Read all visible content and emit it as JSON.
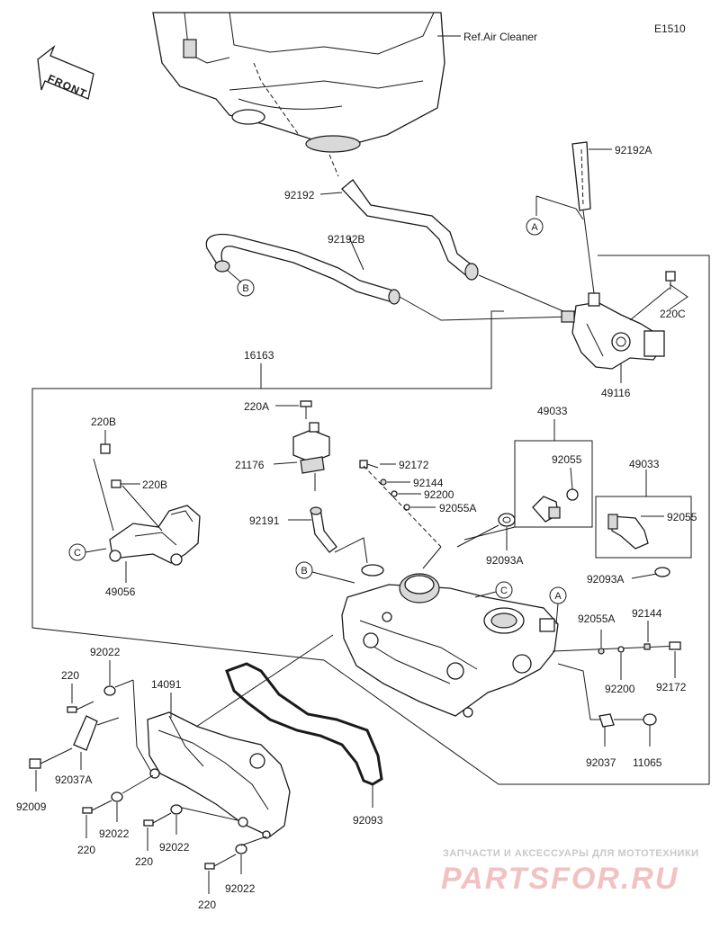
{
  "diagram_code": "E1510",
  "front_label": "FRONT",
  "ref_label": "Ref.Air Cleaner",
  "callouts": {
    "a": "A",
    "b": "B",
    "c": "C"
  },
  "parts": {
    "p92192A": "92192A",
    "p92192": "92192",
    "p92192B": "92192B",
    "p220C": "220C",
    "p49116": "49116",
    "p16163": "16163",
    "p220A": "220A",
    "p220B": "220B",
    "p21176": "21176",
    "p92172": "92172",
    "p92144": "92144",
    "p92200": "92200",
    "p92055A": "92055A",
    "p92191": "92191",
    "p49033": "49033",
    "p92055": "92055",
    "p92093A": "92093A",
    "p49056": "49056",
    "p92022": "92022",
    "p220": "220",
    "p14091": "14091",
    "p92037A": "92037A",
    "p92009": "92009",
    "p92093": "92093",
    "p92037": "92037",
    "p11065": "11065"
  },
  "watermark": {
    "line1": "ЗАПЧАСТИ И АКСЕССУАРЫ ДЛЯ МОТОТЕХНИКИ",
    "line2": "PARTSFOR.RU"
  }
}
